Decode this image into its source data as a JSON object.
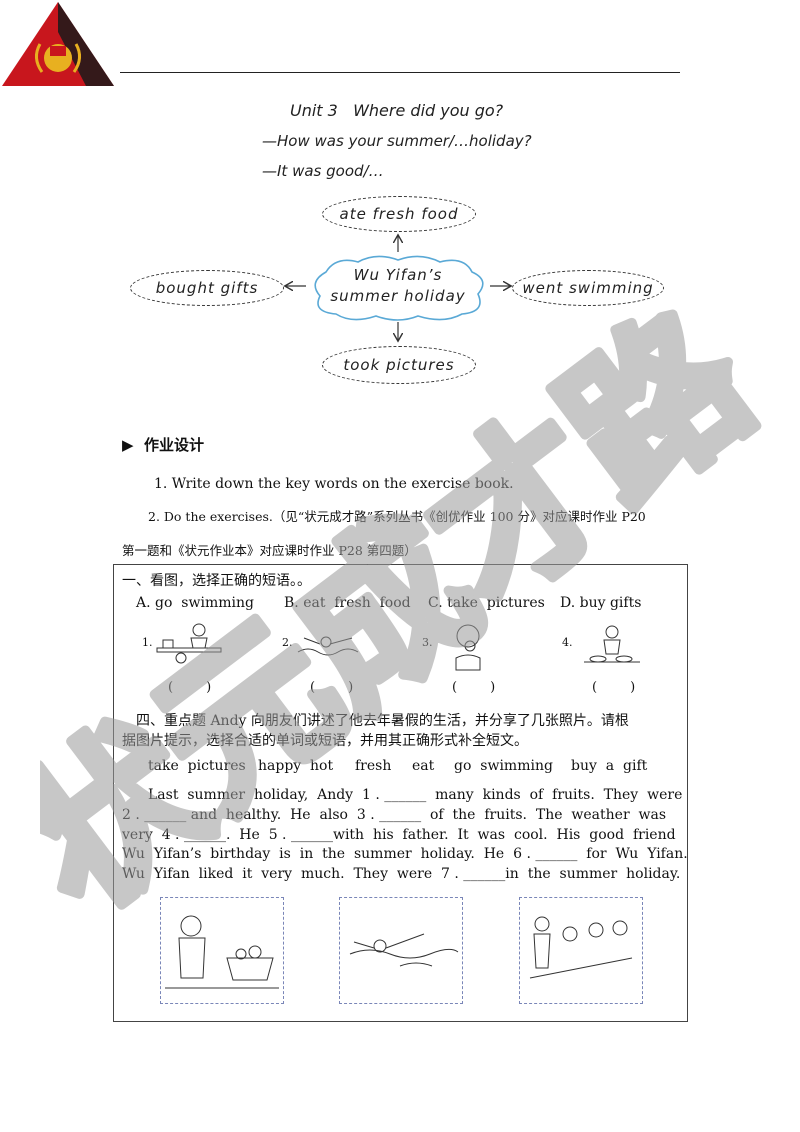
{
  "mindmap": {
    "title": "Unit 3   Where did you go?",
    "question": "—How was your summer/…holiday?",
    "answer": "—It was good/…",
    "center_line1": "Wu Yifan’s",
    "center_line2": "summer holiday",
    "top": "ate fresh food",
    "left": "bought gifts",
    "right": "went swimming",
    "bottom": "took pictures"
  },
  "homework": {
    "heading": "▶  作业设计",
    "item1": "1. Write down the key words on the exercise book.",
    "item2_line1": "2. Do the exercises.（见“状元成才路”系列丛书《创优作业 100 分》对应课时作业 P20",
    "item2_line2": "第一题和《状元作业本》对应课时作业 P28 第四题）"
  },
  "exercise1": {
    "heading": "一、看图，选择正确的短语。。",
    "options": [
      "A. go  swimming",
      "B. eat  fresh  food",
      "C. take  pictures",
      "D. buy gifts"
    ],
    "numbers": [
      "1.",
      "2.",
      "3.",
      "4."
    ],
    "brackets": [
      "(        )",
      "(        )",
      "(        )",
      "(        )"
    ]
  },
  "exercise4": {
    "heading_line1": "四、重点题 Andy 向朋友们讲述了他去年暑假的生活，并分享了几张照片。请根",
    "heading_line2": "据图片提示，选择合适的单词或短语，并用其正确形式补全短文。",
    "word_bank": [
      "take  pictures",
      "happy",
      "hot",
      "fresh",
      "eat",
      "go  swimming",
      "buy  a  gift"
    ],
    "passage": [
      "Last  summer  holiday,  Andy  1 . ______  many  kinds  of  fruits.  They  were",
      "2 . ______ and  healthy.  He  also  3 . ______  of  the  fruits.  The  weather  was",
      "very  4 . ______.  He  5 . ______with  his  father.  It  was  cool.  His  good  friend",
      "Wu  Yifan’s  birthday  is  in  the  summer  holiday.  He  6 . ______  for  Wu  Yifan.",
      "Wu  Yifan  liked  it  very  much.  They  were  7 . ______in  the  summer  holiday."
    ]
  },
  "watermark": "状元成才路",
  "colors": {
    "logo_red": "#c8161d",
    "logo_gold": "#e8b020",
    "logo_dark": "#1a1a1a",
    "watermark": "#9a9a9a"
  }
}
